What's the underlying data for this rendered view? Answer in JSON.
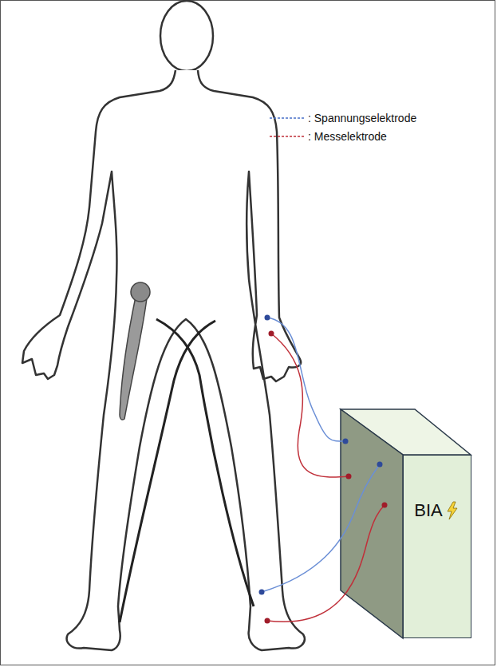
{
  "diagram": {
    "nodes": [
      {
        "text": [
          "BIA"
        ]
      }
    ],
    "legend": [
      {
        "text": ": Spannungselektrode"
      },
      {
        "text": ": Messelektrode"
      }
    ]
  }
}
